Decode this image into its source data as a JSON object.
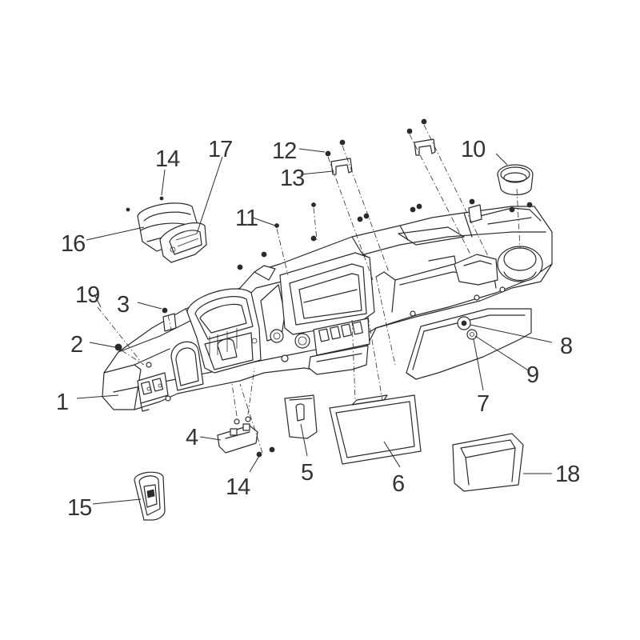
{
  "diagram": {
    "callouts": [
      {
        "id": "c1",
        "label": "1"
      },
      {
        "id": "c2",
        "label": "2"
      },
      {
        "id": "c3",
        "label": "3"
      },
      {
        "id": "c4",
        "label": "4"
      },
      {
        "id": "c5",
        "label": "5"
      },
      {
        "id": "c6",
        "label": "6"
      },
      {
        "id": "c7",
        "label": "7"
      },
      {
        "id": "c8",
        "label": "8"
      },
      {
        "id": "c9",
        "label": "9"
      },
      {
        "id": "c10",
        "label": "10"
      },
      {
        "id": "c11",
        "label": "11"
      },
      {
        "id": "c12",
        "label": "12"
      },
      {
        "id": "c13",
        "label": "13"
      },
      {
        "id": "c14a",
        "label": "14"
      },
      {
        "id": "c14b",
        "label": "14"
      },
      {
        "id": "c15",
        "label": "15"
      },
      {
        "id": "c16",
        "label": "16"
      },
      {
        "id": "c17",
        "label": "17"
      },
      {
        "id": "c18",
        "label": "18"
      },
      {
        "id": "c19",
        "label": "19"
      }
    ]
  }
}
